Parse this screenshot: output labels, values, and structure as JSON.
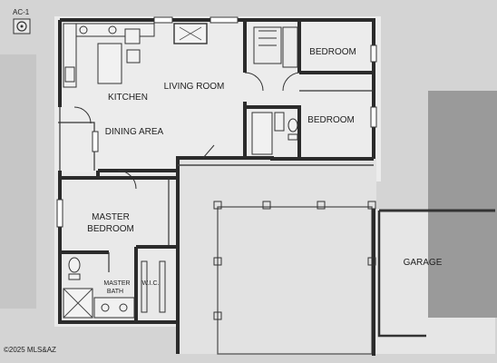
{
  "plan": {
    "corner_code": "AC-1",
    "rooms": {
      "kitchen": "KITCHEN",
      "living_room": "LIVING ROOM",
      "dining_area": "DINING AREA",
      "bedroom_top": "BEDROOM",
      "bedroom_second": "BEDROOM",
      "master_bedroom_line1": "MASTER",
      "master_bedroom_line2": "BEDROOM",
      "master_bath_line1": "MASTER",
      "master_bath_line2": "BATH",
      "wic": "W.I.C.",
      "garage": "GARAGE"
    },
    "copyright": "©2025 MLS&AZ"
  },
  "colors": {
    "background": "#d6d6d6",
    "paper": "#efefef",
    "walls": "#2b2b2b",
    "garage_shade": "#9a9a9a"
  }
}
